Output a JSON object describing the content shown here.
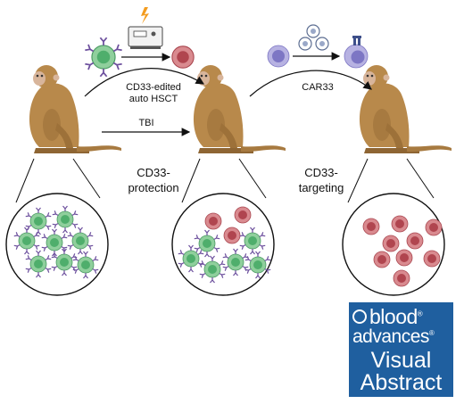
{
  "labels": {
    "cd33_edited": "CD33-edited",
    "auto_hsct": "auto HSCT",
    "tbi": "TBI",
    "car33": "CAR33",
    "protection_line1": "CD33-",
    "protection_line2": "protection",
    "targeting_line1": "CD33-",
    "targeting_line2": "targeting"
  },
  "logo": {
    "line1": "blood",
    "line2": "advances",
    "line3": "Visual",
    "line4": "Abstract"
  },
  "colors": {
    "green_cell": "#8fcf9c",
    "green_nucleus": "#4fae6c",
    "red_cell": "#d98a8f",
    "red_nucleus": "#b0454f",
    "purple_cell": "#b7b2e2",
    "purple_nucleus": "#7d76c4",
    "receptor": "#6c4f9d",
    "monkey_body": "#b8894b",
    "monkey_dark": "#8e6533",
    "monkey_face": "#d8b59b",
    "logo_bg": "#1f5f9f"
  },
  "icons": [
    "green-cell-icon",
    "red-cell-icon",
    "purple-cell-icon",
    "lentivirus-icon",
    "car-t-cell-icon",
    "electroporator-icon",
    "lightning-icon",
    "monkey-icon"
  ]
}
